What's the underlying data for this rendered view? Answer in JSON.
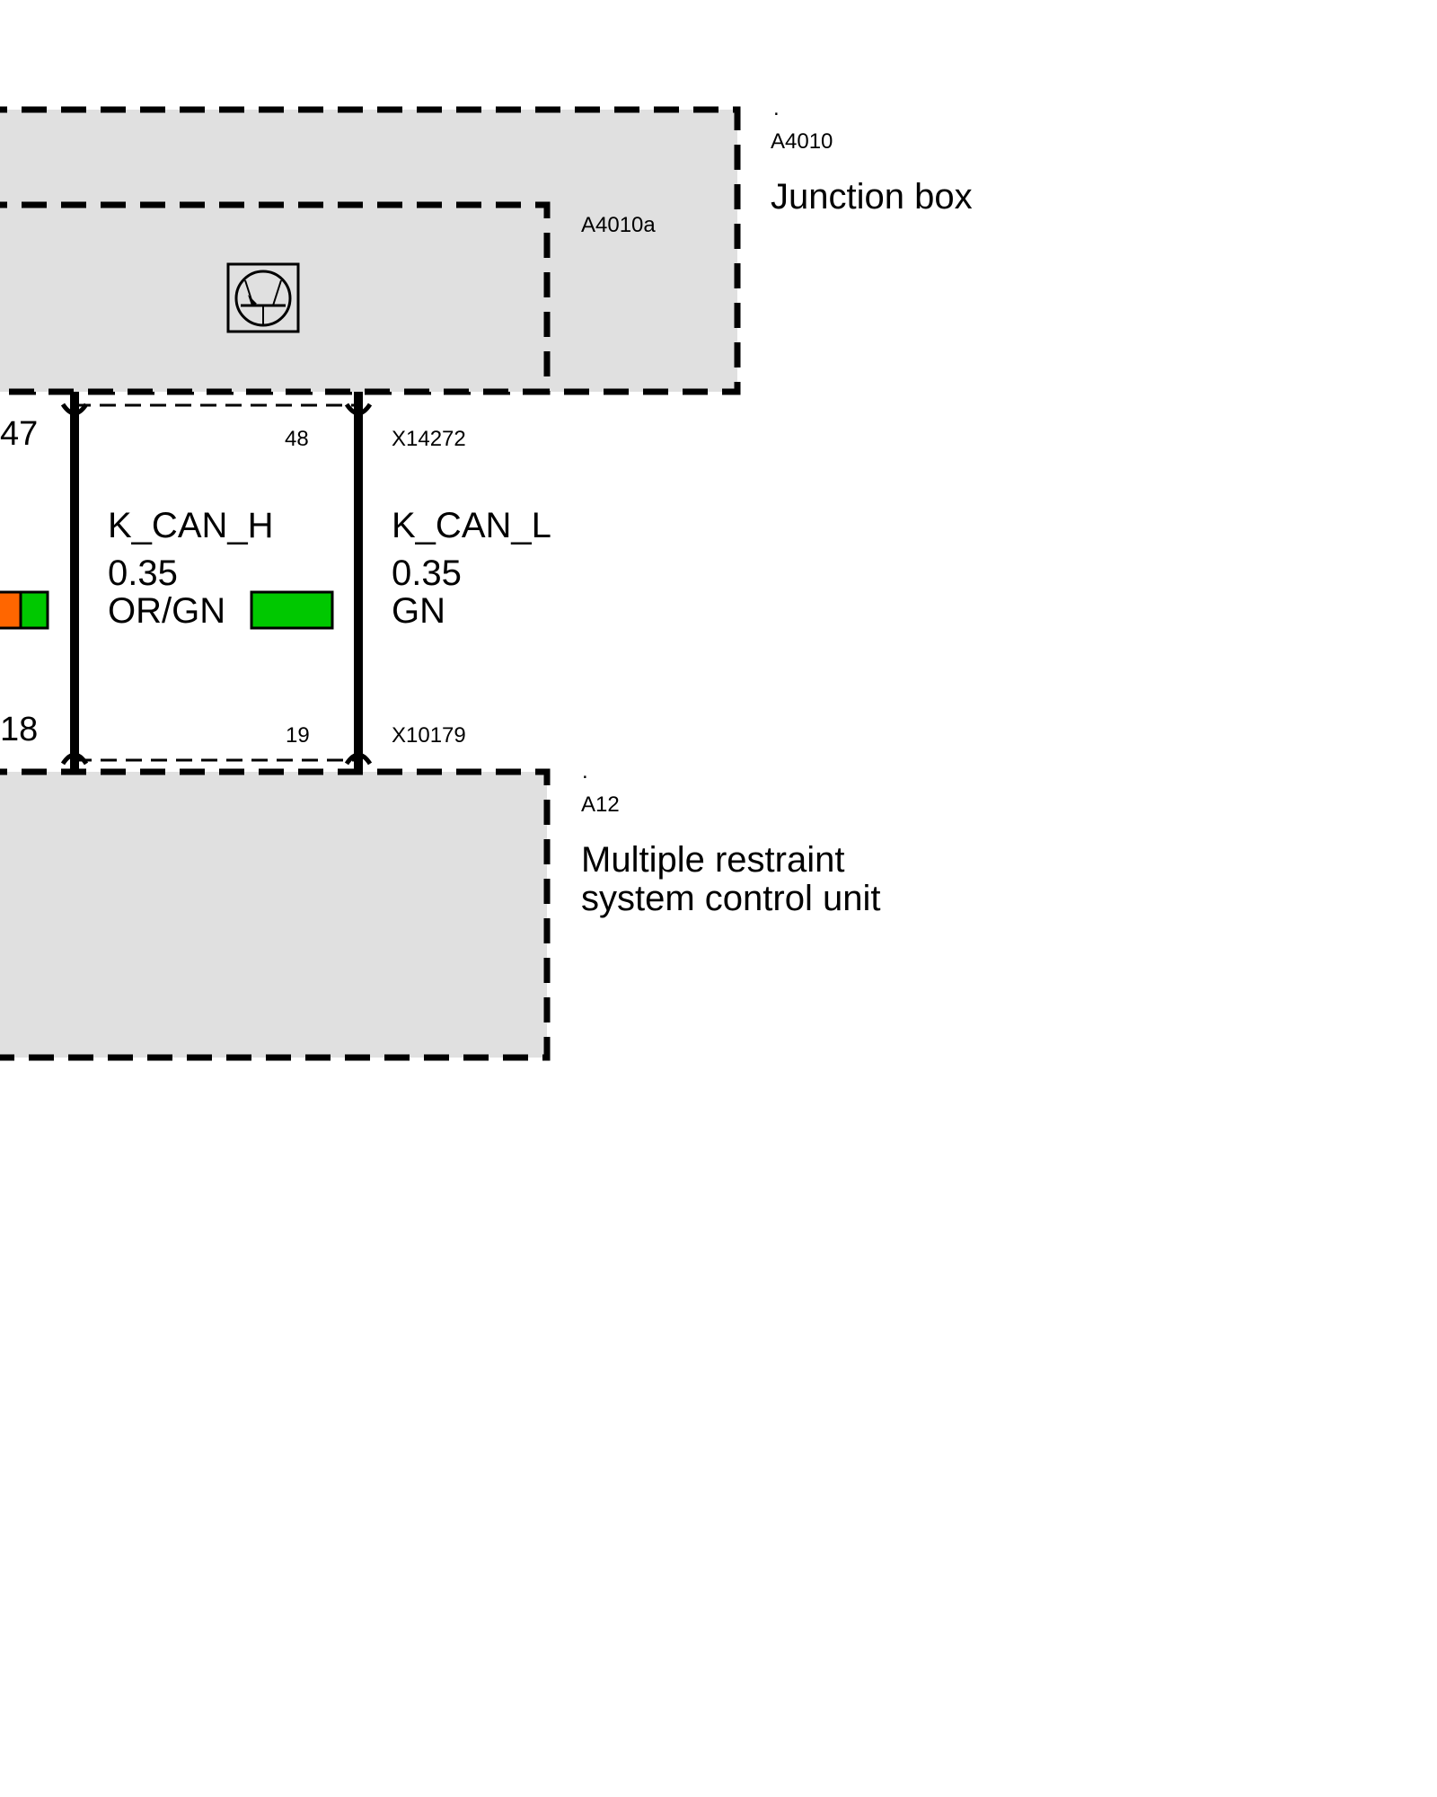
{
  "junction_box": {
    "dot": ".",
    "code": "A4010",
    "name": "Junction box"
  },
  "sub_module": {
    "code": "A4010a",
    "icon": "transistor-icon"
  },
  "connectors": {
    "top": {
      "code": "X14272",
      "pin_left": "47",
      "pin_right": "48"
    },
    "bottom": {
      "code": "X10179",
      "pin_left": "18",
      "pin_right": "19"
    }
  },
  "wires": [
    {
      "signal": "K_CAN_H",
      "gauge": "0.35",
      "color_code": "OR/GN",
      "colors": [
        "#ff6600",
        "#00c800"
      ]
    },
    {
      "signal": "K_CAN_L",
      "gauge": "0.35",
      "color_code": "GN",
      "colors": [
        "#00c800"
      ]
    }
  ],
  "restraint_unit": {
    "dot": ".",
    "code": "A12",
    "name_line1": "Multiple restraint",
    "name_line2": "system control unit"
  },
  "colors": {
    "box_fill": "#e0e0e0",
    "orange": "#ff6600",
    "green": "#00c800"
  }
}
